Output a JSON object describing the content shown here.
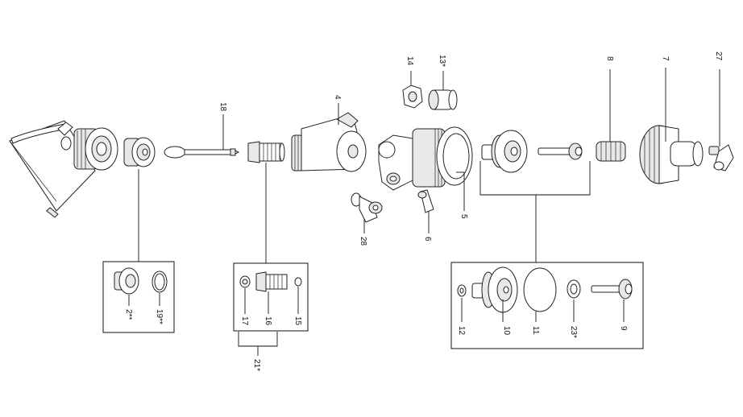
{
  "labels": {
    "p18": "18",
    "p4": "4",
    "p14": "14",
    "p13": "13*",
    "p8": "8",
    "p7": "7",
    "p27": "27",
    "p28": "28",
    "p6": "6",
    "p5": "5",
    "p2": "2**",
    "p19": "19**",
    "p17": "17",
    "p16": "16",
    "p15": "15",
    "p21": "21*",
    "p12": "12",
    "p10": "10",
    "p11": "11",
    "p23": "23*",
    "p9": "9"
  },
  "colors": {
    "line": "#222222",
    "fill": "#ffffff",
    "shade": "#e8e8e8"
  }
}
